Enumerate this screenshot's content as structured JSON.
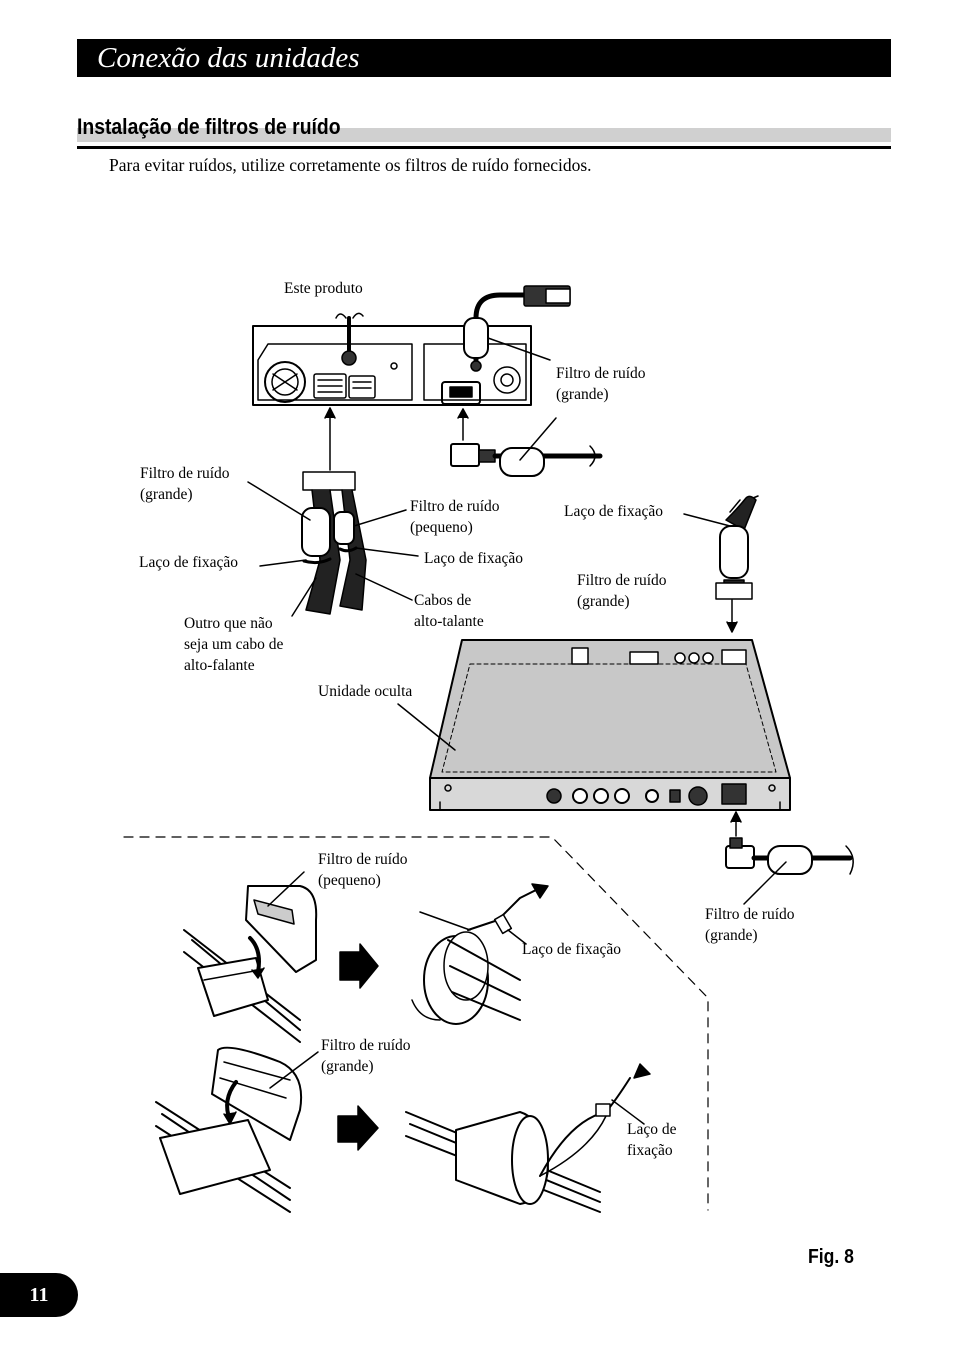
{
  "header": {
    "title": "Conexão das unidades"
  },
  "section": {
    "title": "Instalação de filtros de ruído",
    "intro": "Para evitar ruídos, utilize corretamente os filtros de ruído fornecidos."
  },
  "labels": {
    "este_produto": "Este produto",
    "filtro_grande_top_1": "Filtro de ruído",
    "filtro_grande_top_2": "(grande)",
    "filtro_grande_left_1": "Filtro de ruído",
    "filtro_grande_left_2": "(grande)",
    "filtro_pequeno_mid_1": "Filtro de ruído",
    "filtro_pequeno_mid_2": "(pequeno)",
    "laco_left": "Laço de fixação",
    "laco_mid": "Laço de fixação",
    "cabos_1": "Cabos de",
    "cabos_2": "alto-talante",
    "outro_1": "Outro que não",
    "outro_2": "seja um cabo de",
    "outro_3": "alto-falante",
    "laco_right": "Laço de fixação",
    "filtro_grande_right_1": "Filtro de ruído",
    "filtro_grande_right_2": "(grande)",
    "unidade_oculta": "Unidade oculta",
    "filtro_grande_bottom_1": "Filtro de ruído",
    "filtro_grande_bottom_2": "(grande)",
    "filtro_pequeno_inset_1": "Filtro de ruído",
    "filtro_pequeno_inset_2": "(pequeno)",
    "laco_inset_1": "Laço de fixação",
    "filtro_grande_inset_1": "Filtro de ruído",
    "filtro_grande_inset_2": "(grande)",
    "laco_inset_2a": "Laço de",
    "laco_inset_2b": "fixação"
  },
  "figure": {
    "caption": "Fig. 8"
  },
  "page": {
    "number": "11"
  }
}
